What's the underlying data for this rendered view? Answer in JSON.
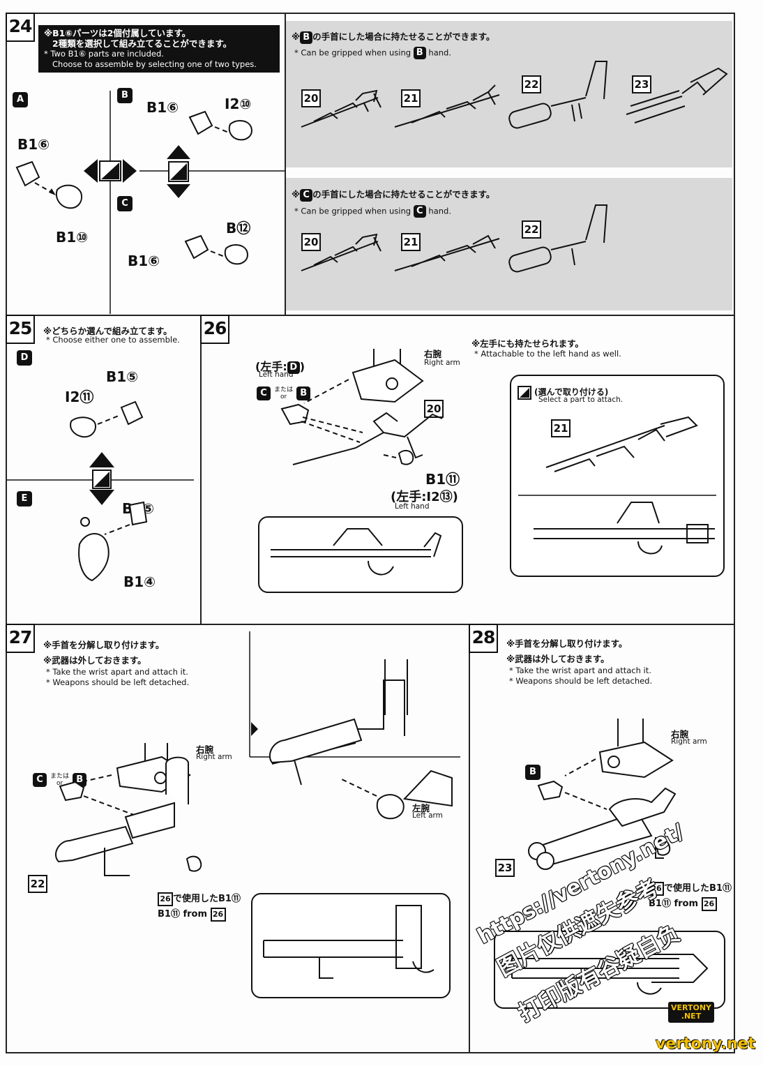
{
  "step24": {
    "num": "24",
    "note_jp1": "※B1⑥パーツは2個付属しています。",
    "note_jp2": "2種類を選択して組み立てることができます。",
    "note_en1": "* Two B1⑥ parts are included.",
    "note_en2": "Choose to assemble by selecting one of two types.",
    "grip_b_jp": "の手首にした場合に持たせることができます。",
    "grip_b_en": "* Can be gripped when using",
    "grip_b_hand": "hand.",
    "grip_c_jp": "の手首にした場合に持たせることができます。",
    "grip_c_en": "* Can be gripped when using",
    "grip_c_hand": "hand.",
    "letters": {
      "a": "A",
      "b": "B",
      "c": "C"
    },
    "labels": {
      "b16_a": "B1⑥",
      "b110": "B1⑩",
      "b16_b": "B1⑥",
      "i210": "I2⑩",
      "b16_c": "B1⑥",
      "b12": "B⑫"
    },
    "weapons_b": [
      "20",
      "21",
      "22",
      "23"
    ],
    "weapons_c": [
      "20",
      "21",
      "22"
    ]
  },
  "step25": {
    "num": "25",
    "note_jp": "※どちらか選んで組み立てます。",
    "note_en": "* Choose either one to assemble.",
    "letters": {
      "d": "D",
      "e": "E"
    },
    "labels": {
      "b15_d": "B1⑤",
      "i211": "I2⑪",
      "b15_e": "B1⑤",
      "b14": "B1④"
    }
  },
  "step26": {
    "num": "26",
    "note_jp": "※左手にも持たせられます。",
    "note_en": "* Attachable to the left hand as well.",
    "right_arm_jp": "右腕",
    "right_arm_en": "Right arm",
    "left_hand_d_jp": "(左手:",
    "left_hand_d_letter": "D",
    "left_hand_d_close": ")",
    "left_hand_en1": "Left hand",
    "or_jp": "または",
    "or_en": "or",
    "c_letter": "C",
    "b_letter": "B",
    "weapon_num": "20",
    "b111": "B1⑪",
    "left_hand_i2": "(左手:I2⑬)",
    "left_hand_en2": "Left hand",
    "select_jp": "(選んで取り付ける)",
    "select_en": "Select a part to attach.",
    "alt_weapon": "21"
  },
  "step27": {
    "num": "27",
    "note_jp1": "※手首を分解し取り付けます。",
    "note_jp2": "※武器は外しておきます。",
    "note_en1": "* Take the wrist apart and attach it.",
    "note_en2": "* Weapons should be left detached.",
    "right_arm_jp": "右腕",
    "right_arm_en": "Right arm",
    "left_arm_jp": "左腕",
    "left_arm_en": "Left arm",
    "or_jp": "または",
    "or_en": "or",
    "c_letter": "C",
    "b_letter": "B",
    "weapon_num": "22",
    "used_jp": "で使用したB1⑪",
    "used_ref": "26",
    "from_en": "B1⑪ from",
    "from_ref": "26"
  },
  "step28": {
    "num": "28",
    "note_jp1": "※手首を分解し取り付けます。",
    "note_jp2": "※武器は外しておきます。",
    "note_en1": "* Take the wrist apart and attach it.",
    "note_en2": "* Weapons should be left detached.",
    "right_arm_jp": "右腕",
    "right_arm_en": "Right arm",
    "b_letter": "B",
    "weapon_num": "23",
    "used_jp": "で使用したB1⑪",
    "used_ref": "26",
    "from_en": "B1⑪ from",
    "from_ref": "26"
  },
  "watermark": {
    "url": "https://vertony.net/",
    "cn1": "图片仅供遮失参考",
    "cn2": "打印版有谷疑自负",
    "logo1": "VERTONY",
    "logo2": ".NET",
    "footer": "vertony.net"
  }
}
